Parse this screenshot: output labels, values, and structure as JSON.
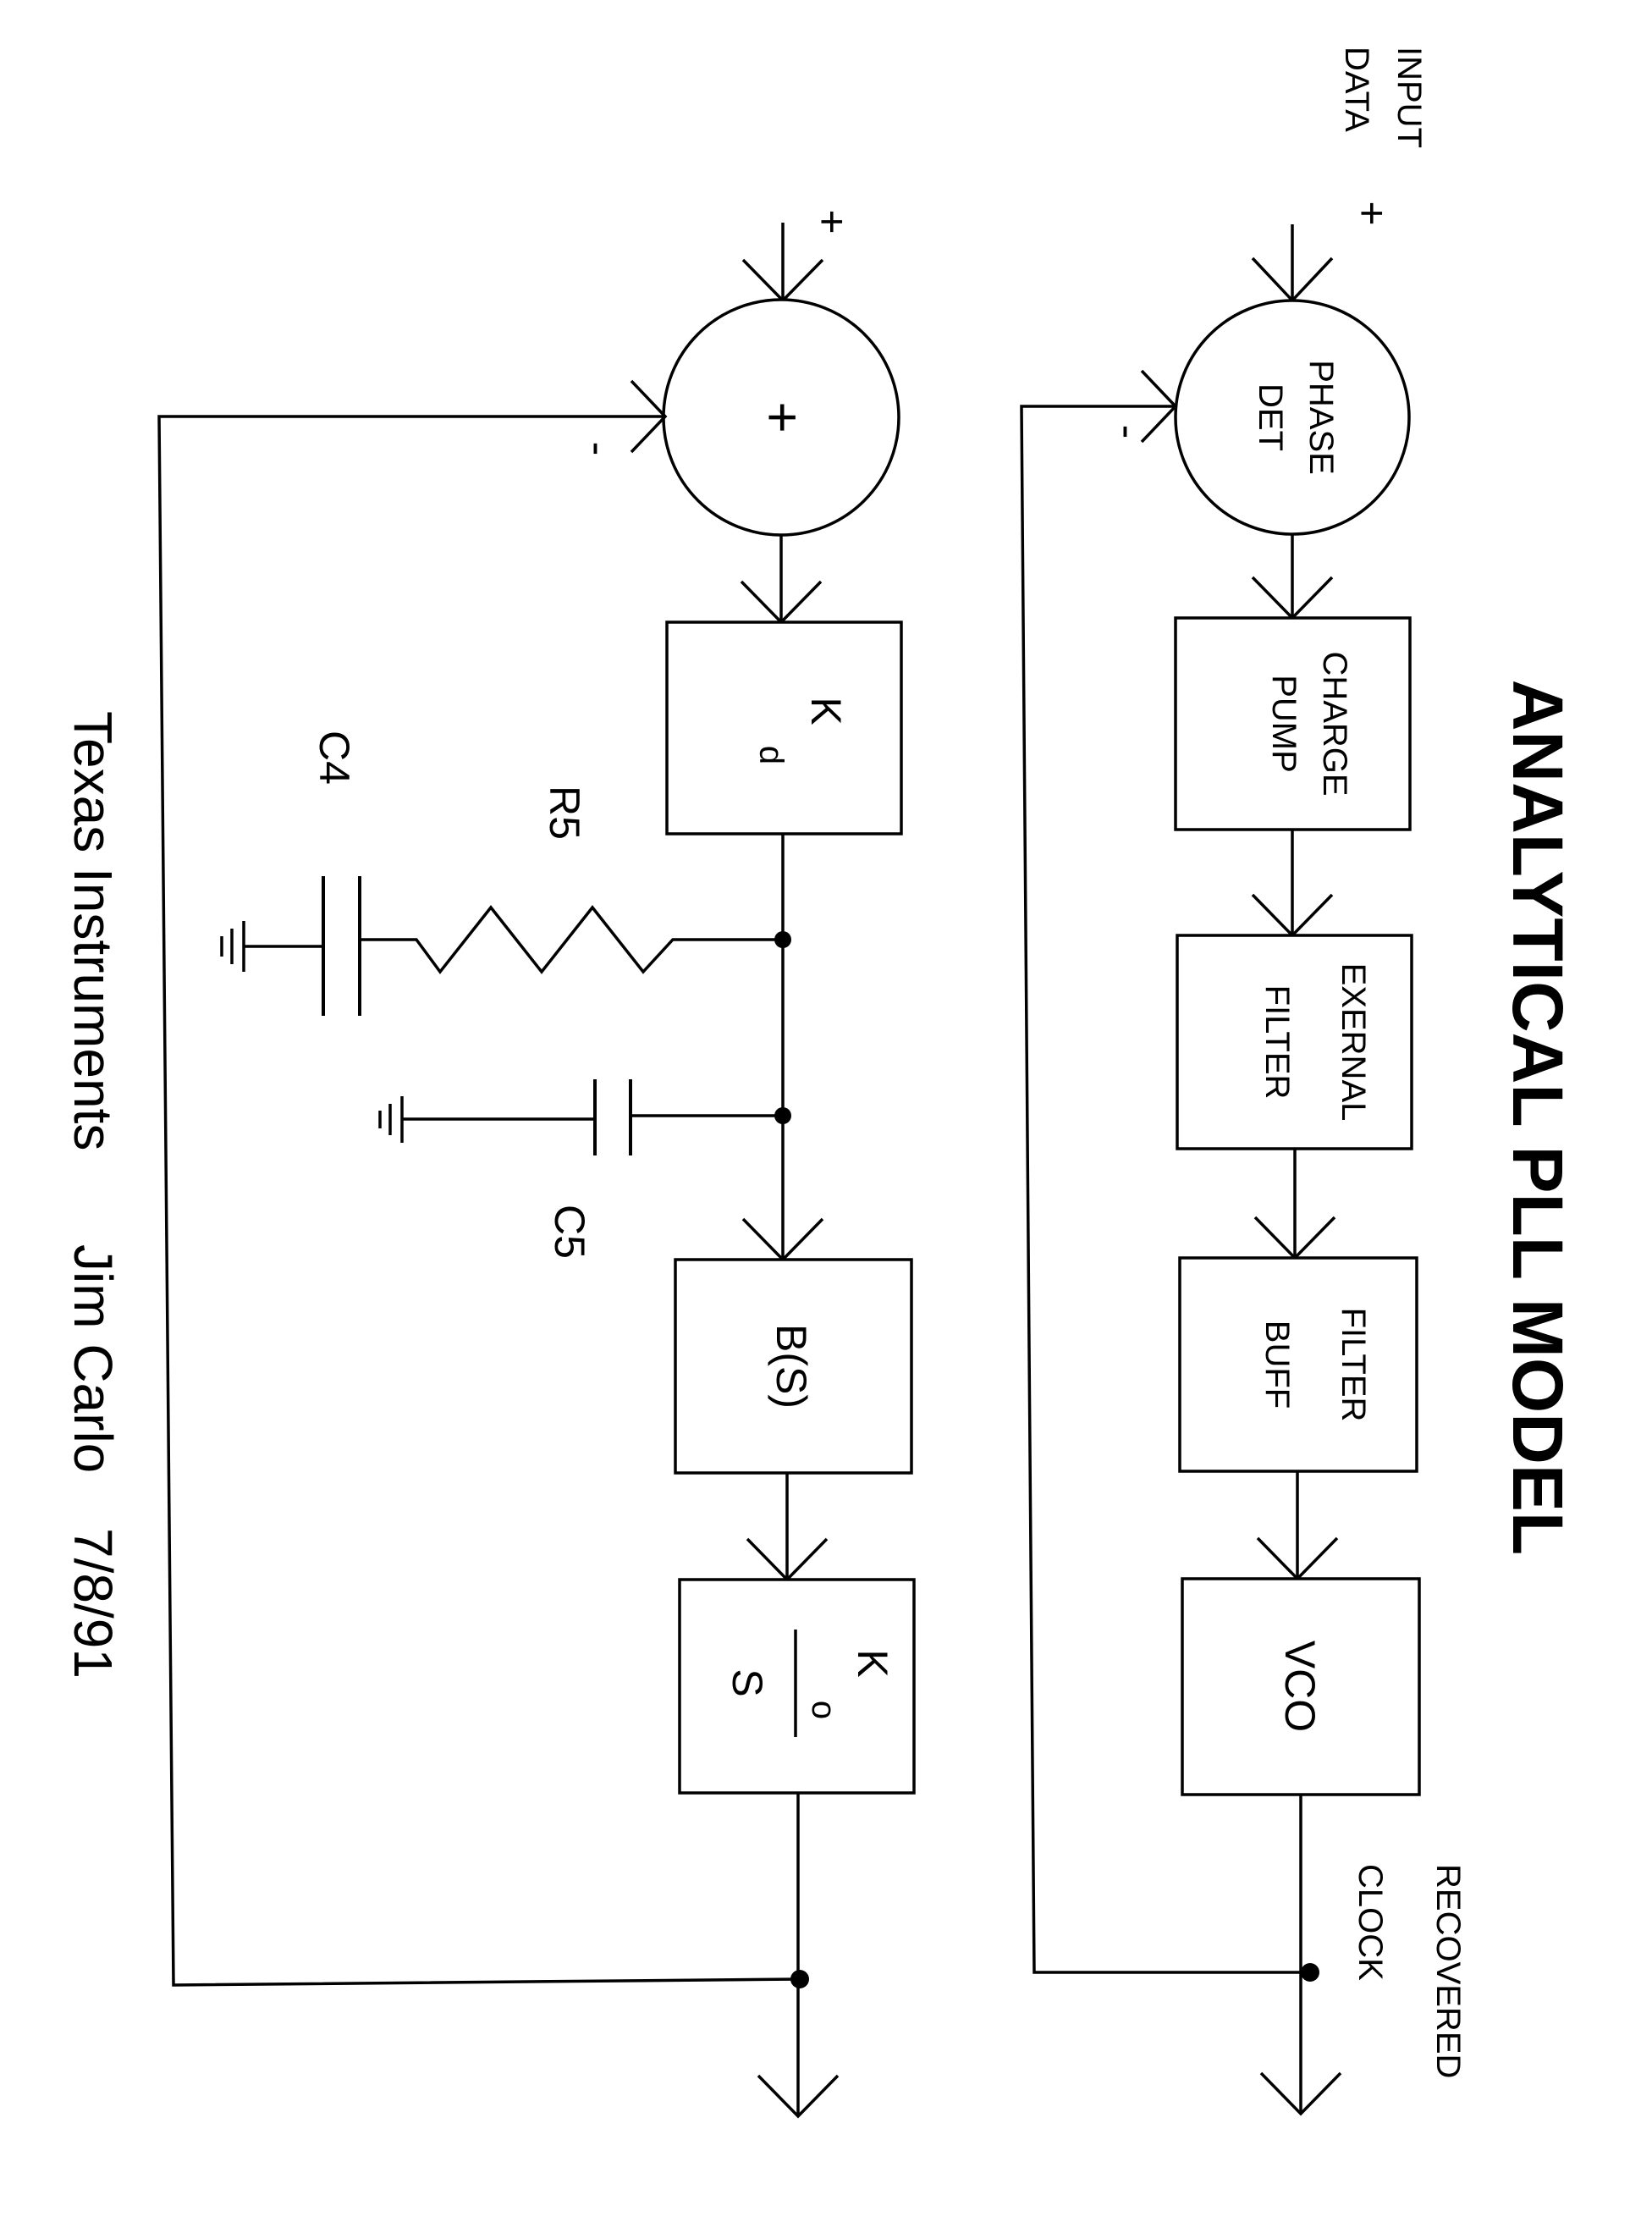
{
  "title": "ANALYTICAL PLL MODEL",
  "input": {
    "line1": "INPUT",
    "line2": "DATA"
  },
  "output": {
    "line1": "RECOVERED",
    "line2": "CLOCK"
  },
  "signs": {
    "plus_top": "+",
    "minus_top": "-",
    "plus_bottom": "+",
    "minus_bottom": "-"
  },
  "blocks": {
    "phase_det": {
      "line1": "PHASE",
      "line2": "DET"
    },
    "charge_pump": {
      "line1": "CHARGE",
      "line2": "PUMP"
    },
    "external_filter": {
      "line1": "EXERNAL",
      "line2": "FILTER"
    },
    "filter_buff": {
      "line1": "FILTER",
      "line2": "BUFF"
    },
    "vco": {
      "label": "VCO"
    },
    "summer": {
      "label": "+"
    },
    "kd": {
      "main": "K",
      "sub": "d"
    },
    "bs": {
      "label": "B(S)"
    },
    "ko_s": {
      "num": "K",
      "sub": "o",
      "den": "S"
    }
  },
  "components": {
    "r5": "R5",
    "c4": "C4",
    "c5": "C5"
  },
  "footer": {
    "company": "Texas Instruments",
    "author": "Jim Carlo",
    "date": "7/8/91"
  }
}
